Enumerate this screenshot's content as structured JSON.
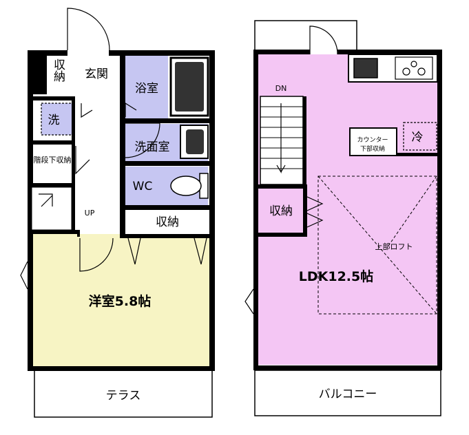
{
  "floor1": {
    "storage_entrance": "収納",
    "genkan": "玄関",
    "bathroom": "浴室",
    "laundry": "洗",
    "washroom": "洗面室",
    "stair_storage": "階段下収納",
    "wc": "WC",
    "up": "UP",
    "storage": "収納",
    "western_room": "洋室5.8帖",
    "terrace": "テラス"
  },
  "floor2": {
    "dn": "DN",
    "counter": "カウンター",
    "counter_sub": "下部収納",
    "fridge": "冷",
    "storage": "収納",
    "loft": "上部ロフト",
    "ldk": "LDK12.5帖",
    "balcony": "バルコニー"
  },
  "colors": {
    "western_room_fill": "#f7f4c4",
    "ldk_fill": "#f4c6f4",
    "wet_area_fill": "#c6c6f2",
    "wall": "#000000"
  }
}
